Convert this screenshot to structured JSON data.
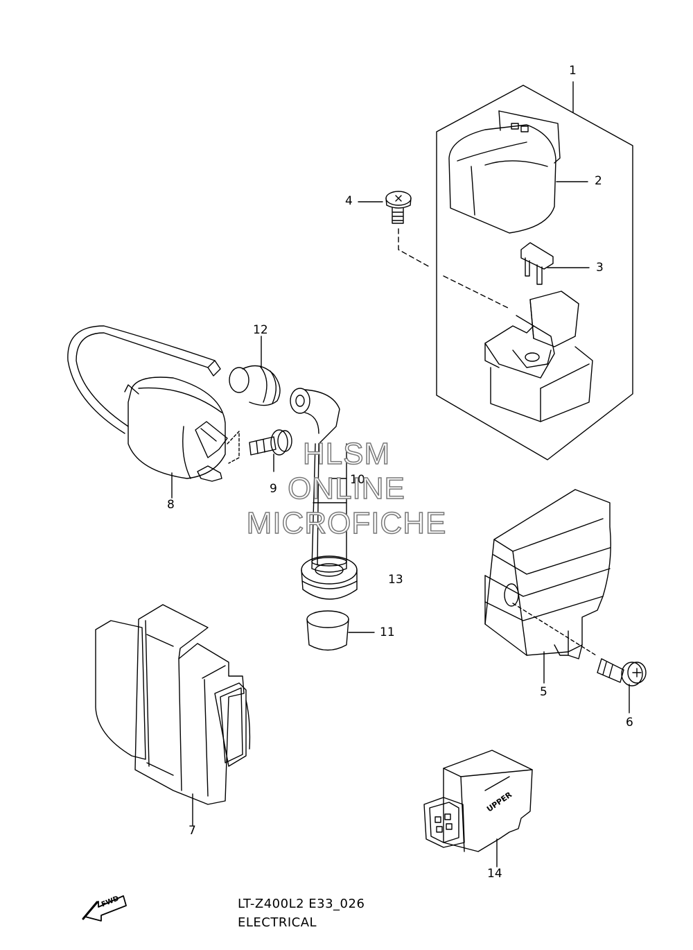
{
  "callouts": [
    "1",
    "2",
    "3",
    "4",
    "5",
    "6",
    "7",
    "8",
    "9",
    "10",
    "11",
    "12",
    "13",
    "14"
  ],
  "watermark": [
    "HLSM",
    "ONLINE",
    "MICROFICHE"
  ],
  "footer": {
    "model_code": "LT-Z400L2 E33_026",
    "section": "ELECTRICAL"
  },
  "fwd_label": "FWD",
  "connector_label": "UPPER"
}
